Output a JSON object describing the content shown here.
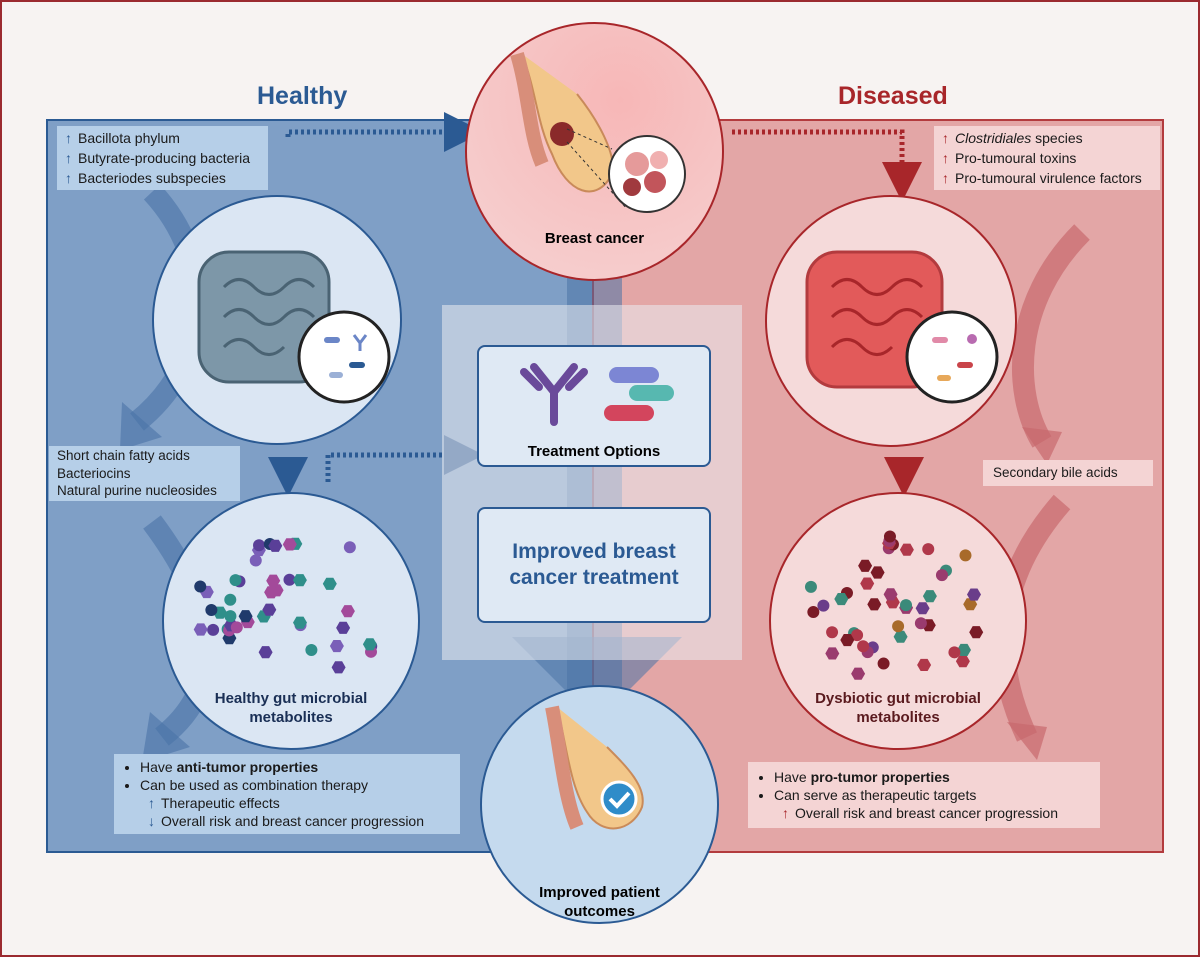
{
  "titles": {
    "healthy": "Healthy",
    "diseased": "Diseased"
  },
  "healthy": {
    "bacteria": [
      "Bacillota phylum",
      "Butyrate-producing bacteria",
      "Bacteriodes subspecies"
    ],
    "metabolites_list": [
      "Short chain fatty acids",
      "Bacteriocins",
      "Natural purine nucleosides"
    ],
    "metabolites_caption_line1": "Healthy gut microbial",
    "metabolites_caption_line2": "metabolites",
    "effects": {
      "line1_prefix": "Have ",
      "line1_bold": "anti-tumor properties",
      "line2": "Can be used as combination therapy",
      "sub1_arrow": "↑",
      "sub1": "Therapeutic effects",
      "sub2_arrow": "↓",
      "sub2": "Overall risk and breast cancer progression"
    }
  },
  "diseased": {
    "bacteria_italic": "Clostridiales",
    "bacteria_suffix": " species",
    "bacteria": [
      "Pro-tumoural toxins",
      "Pro-tumoural virulence factors"
    ],
    "metabolites_list": [
      "Secondary bile acids"
    ],
    "metabolites_caption_line1": "Dysbiotic gut microbial",
    "metabolites_caption_line2": "metabolites",
    "effects": {
      "line1_prefix": "Have ",
      "line1_bold": "pro-tumor properties",
      "line2": "Can serve as therapeutic targets",
      "sub1_arrow": "↑",
      "sub1": "Overall risk and breast cancer progression"
    }
  },
  "center": {
    "breast_cancer": "Breast cancer",
    "treatment_options": "Treatment Options",
    "improved_treatment_line1": "Improved breast",
    "improved_treatment_line2": "cancer treatment",
    "outcomes_line1": "Improved patient",
    "outcomes_line2": "outcomes"
  },
  "arrow_up": "↑",
  "colors": {
    "healthy_blue": "#2b5a93",
    "diseased_red": "#a8262a",
    "healthy_panel": "#7f9fc6",
    "diseased_panel": "#e3a6a6"
  }
}
